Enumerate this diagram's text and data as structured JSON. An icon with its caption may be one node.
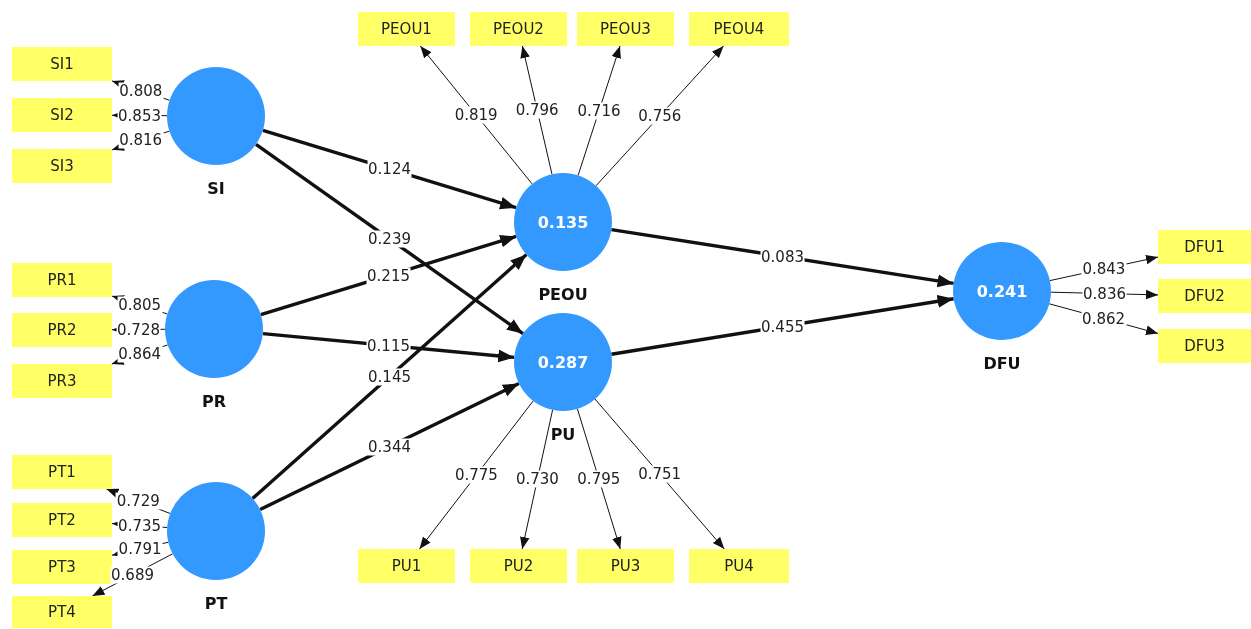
{
  "diagram": {
    "nodes": [
      {
        "text": [
          "SI1"
        ]
      },
      {
        "text": [
          "SI2"
        ]
      },
      {
        "text": [
          "SI3"
        ]
      },
      {
        "text": [
          "SI"
        ]
      },
      {
        "text": [
          "PR1"
        ]
      },
      {
        "text": [
          "PR2"
        ]
      },
      {
        "text": [
          "PR3"
        ]
      },
      {
        "text": [
          "PR"
        ]
      },
      {
        "text": [
          "PT1"
        ]
      },
      {
        "text": [
          "PT2"
        ]
      },
      {
        "text": [
          "PT3"
        ]
      },
      {
        "text": [
          "PT4"
        ]
      },
      {
        "text": [
          "PT"
        ]
      },
      {
        "text": [
          "PEOU1"
        ]
      },
      {
        "text": [
          "PEOU2"
        ]
      },
      {
        "text": [
          "PEOU3"
        ]
      },
      {
        "text": [
          "PEOU4"
        ]
      },
      {
        "text": [
          "0.135",
          "PEOU"
        ]
      },
      {
        "text": [
          "0.287",
          "PU"
        ]
      },
      {
        "text": [
          "PU1"
        ]
      },
      {
        "text": [
          "PU2"
        ]
      },
      {
        "text": [
          "PU3"
        ]
      },
      {
        "text": [
          "PU4"
        ]
      },
      {
        "text": [
          "0.241",
          "DFU"
        ]
      },
      {
        "text": [
          "DFU1"
        ]
      },
      {
        "text": [
          "DFU2"
        ]
      },
      {
        "text": [
          "DFU3"
        ]
      }
    ],
    "edges": [
      {
        "from": 3,
        "to": 0,
        "arrow": "to",
        "label": "0.808"
      },
      {
        "from": 3,
        "to": 1,
        "arrow": "to",
        "label": "0.853"
      },
      {
        "from": 3,
        "to": 2,
        "arrow": "to",
        "label": "0.816"
      },
      {
        "from": 7,
        "to": 4,
        "arrow": "to",
        "label": "0.805"
      },
      {
        "from": 7,
        "to": 5,
        "arrow": "to",
        "label": "0.728"
      },
      {
        "from": 7,
        "to": 6,
        "arrow": "to",
        "label": "0.864"
      },
      {
        "from": 12,
        "to": 8,
        "arrow": "to",
        "label": "0.729"
      },
      {
        "from": 12,
        "to": 9,
        "arrow": "to",
        "label": "0.735"
      },
      {
        "from": 12,
        "to": 10,
        "arrow": "to",
        "label": "0.791"
      },
      {
        "from": 12,
        "to": 11,
        "arrow": "to",
        "label": "0.689"
      },
      {
        "from": 17,
        "to": 13,
        "arrow": "to",
        "label": "0.819"
      },
      {
        "from": 17,
        "to": 14,
        "arrow": "to",
        "label": "0.796"
      },
      {
        "from": 17,
        "to": 15,
        "arrow": "to",
        "label": "0.716"
      },
      {
        "from": 17,
        "to": 16,
        "arrow": "to",
        "label": "0.756"
      },
      {
        "from": 18,
        "to": 19,
        "arrow": "to",
        "label": "0.775"
      },
      {
        "from": 18,
        "to": 20,
        "arrow": "to",
        "label": "0.730"
      },
      {
        "from": 18,
        "to": 21,
        "arrow": "to",
        "label": "0.795"
      },
      {
        "from": 18,
        "to": 22,
        "arrow": "to",
        "label": "0.751"
      },
      {
        "from": 3,
        "to": 17,
        "arrow": "to",
        "label": "0.124",
        "style": "thick"
      },
      {
        "from": 3,
        "to": 18,
        "arrow": "to",
        "label": "0.239",
        "style": "thick"
      },
      {
        "from": 7,
        "to": 17,
        "arrow": "to",
        "label": "0.215",
        "style": "thick"
      },
      {
        "from": 7,
        "to": 18,
        "arrow": "to",
        "label": "0.115",
        "style": "thick"
      },
      {
        "from": 12,
        "to": 17,
        "arrow": "to",
        "label": "0.145",
        "style": "thick"
      },
      {
        "from": 12,
        "to": 18,
        "arrow": "to",
        "label": "0.344",
        "style": "thick"
      },
      {
        "from": 17,
        "to": 23,
        "arrow": "to",
        "label": "0.083",
        "style": "thick"
      },
      {
        "from": 18,
        "to": 23,
        "arrow": "to",
        "label": "0.455",
        "style": "thick"
      },
      {
        "from": 23,
        "to": 24,
        "arrow": "to",
        "label": "0.843"
      },
      {
        "from": 23,
        "to": 25,
        "arrow": "to",
        "label": "0.836"
      },
      {
        "from": 23,
        "to": 26,
        "arrow": "to",
        "label": "0.862"
      }
    ]
  }
}
